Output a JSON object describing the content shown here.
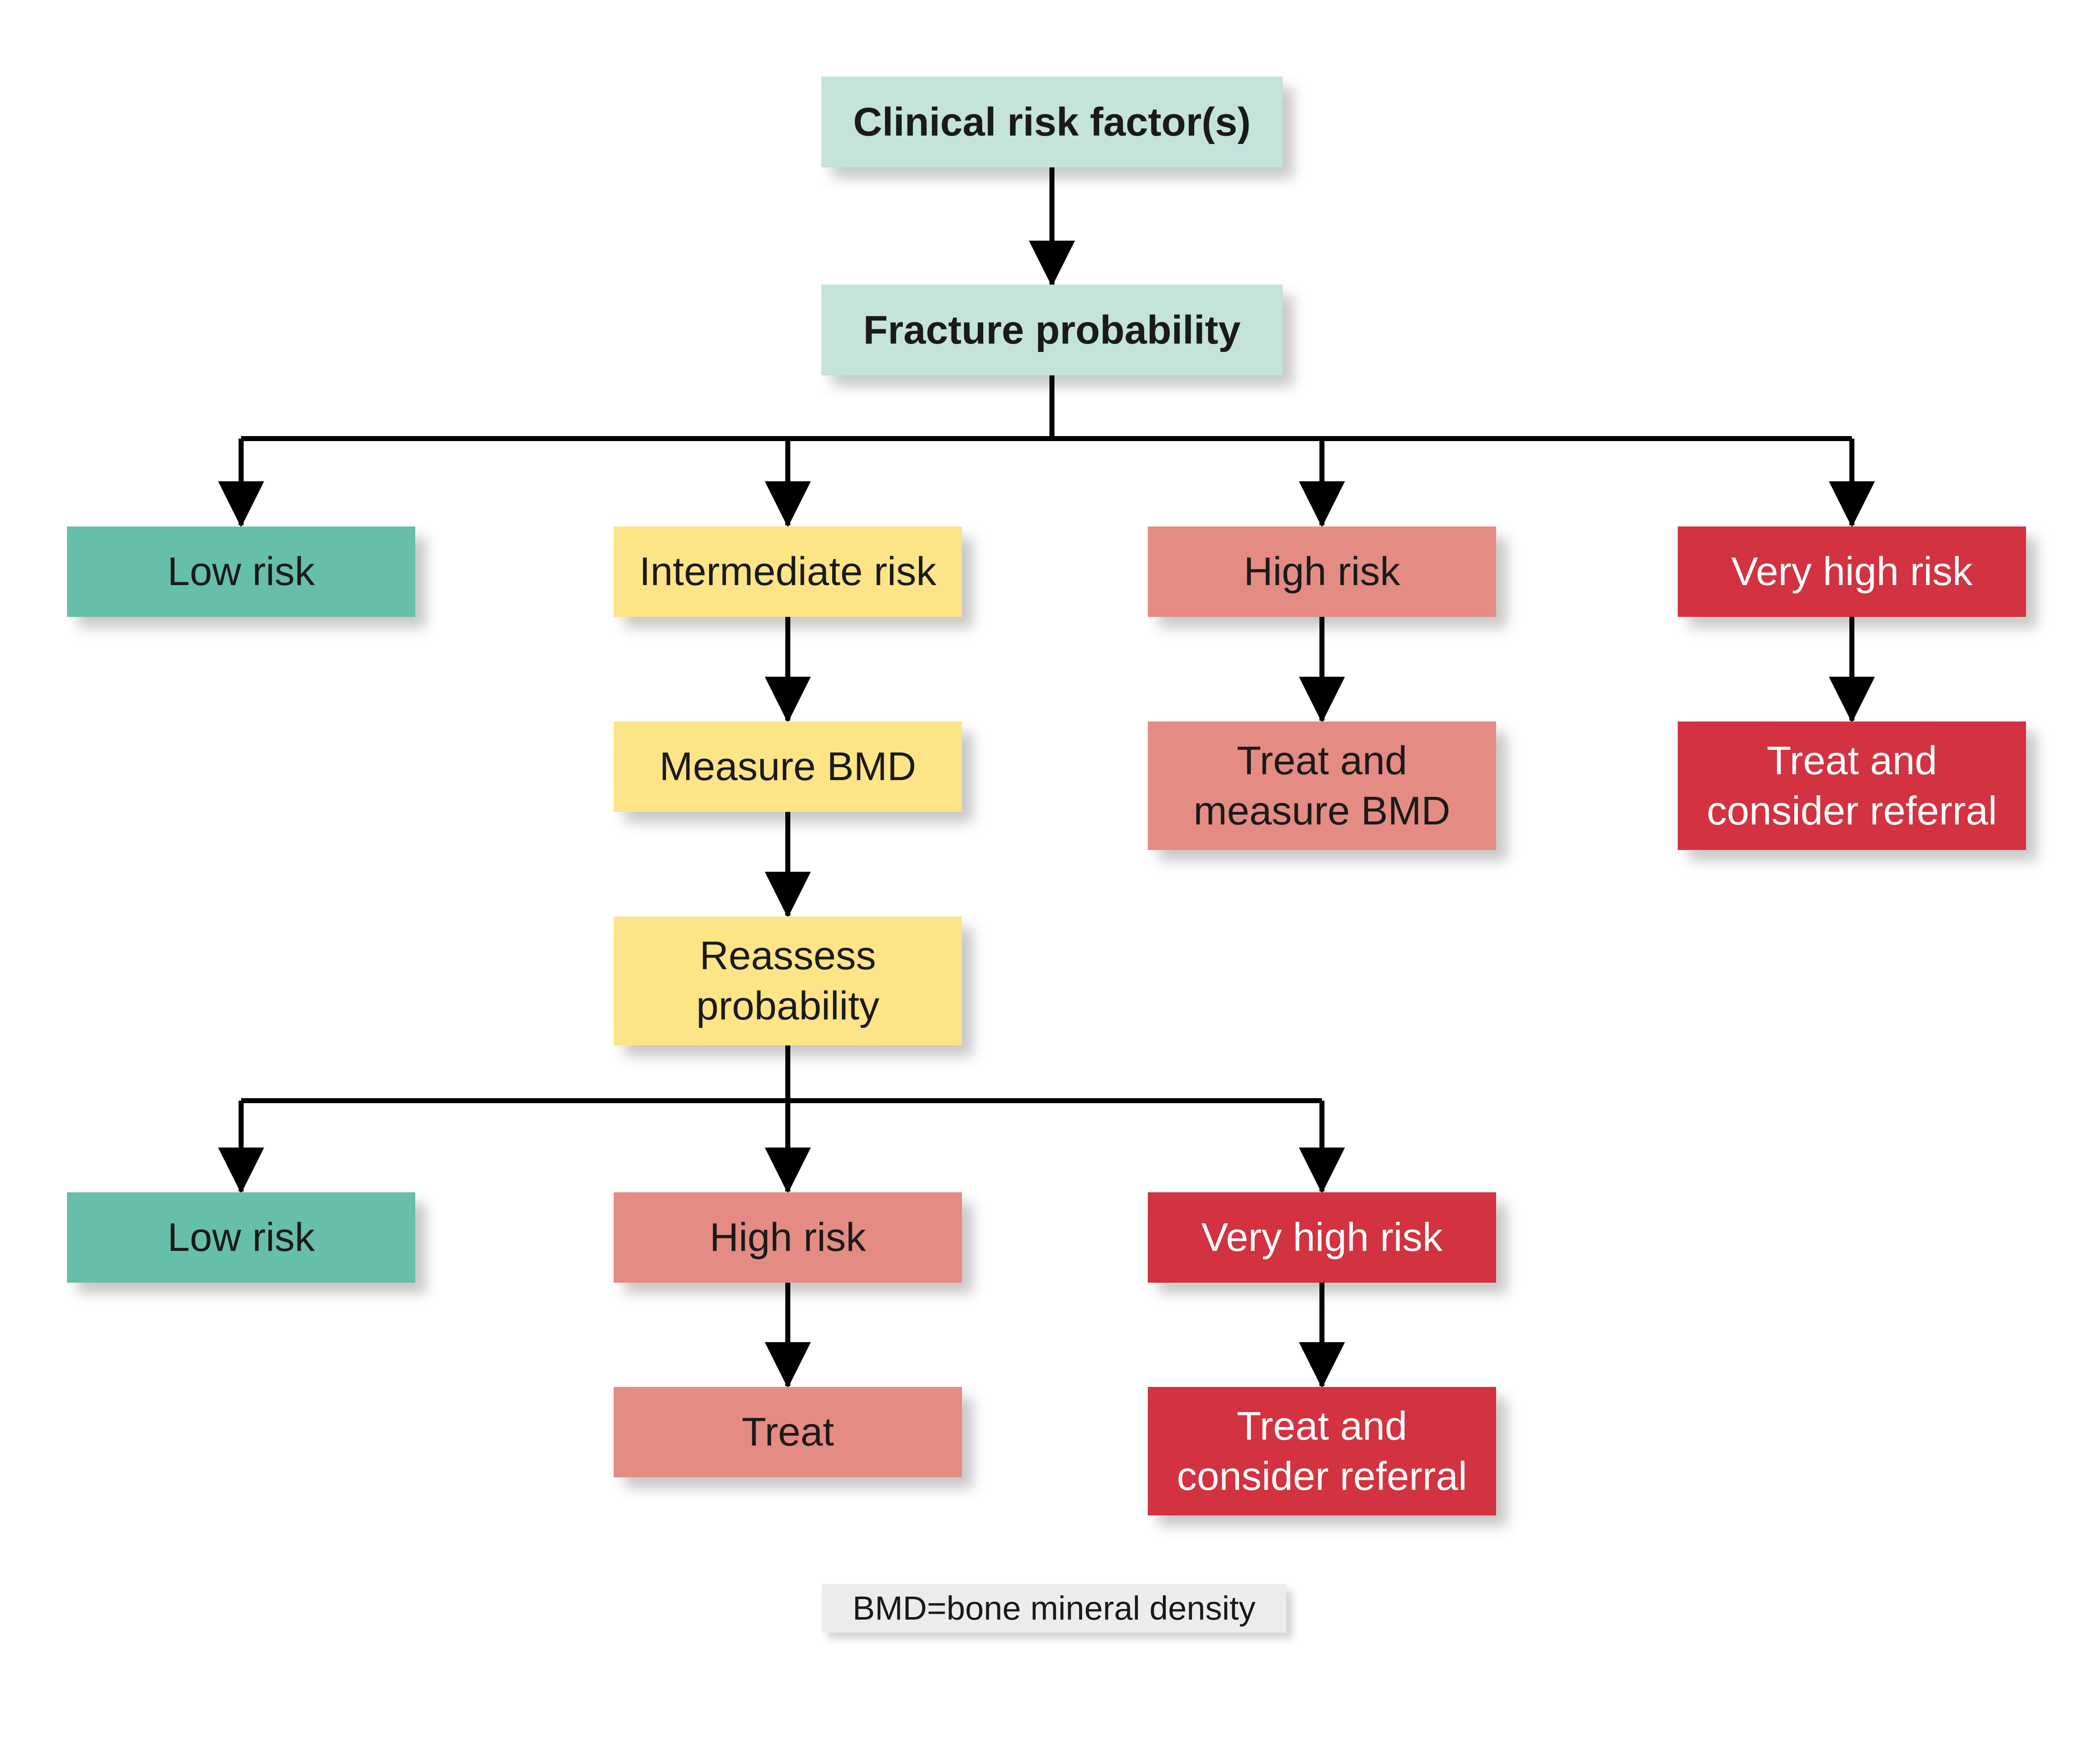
{
  "colors": {
    "top": "#c3e3db",
    "low": "#66bfaa",
    "intermediate": "#fde487",
    "high": "#e48b83",
    "very_high": "#d33240",
    "note_bg": "#ececec",
    "connector": "#000000"
  },
  "nodes": {
    "clinical_risk": "Clinical risk factor(s)",
    "fracture_probability": "Fracture probability",
    "low_risk_1": "Low risk",
    "intermediate_risk": "Intermediate risk",
    "high_risk_1": "High risk",
    "very_high_risk_1": "Very high risk",
    "measure_bmd": "Measure BMD",
    "treat_measure_bmd": "Treat and\nmeasure BMD",
    "treat_consider_referral_1": "Treat and\nconsider referral",
    "reassess_probability": "Reassess\nprobability",
    "low_risk_2": "Low risk",
    "high_risk_2": "High risk",
    "very_high_risk_2": "Very high risk",
    "treat": "Treat",
    "treat_consider_referral_2": "Treat and\nconsider referral"
  },
  "footnote": "BMD=bone mineral density"
}
